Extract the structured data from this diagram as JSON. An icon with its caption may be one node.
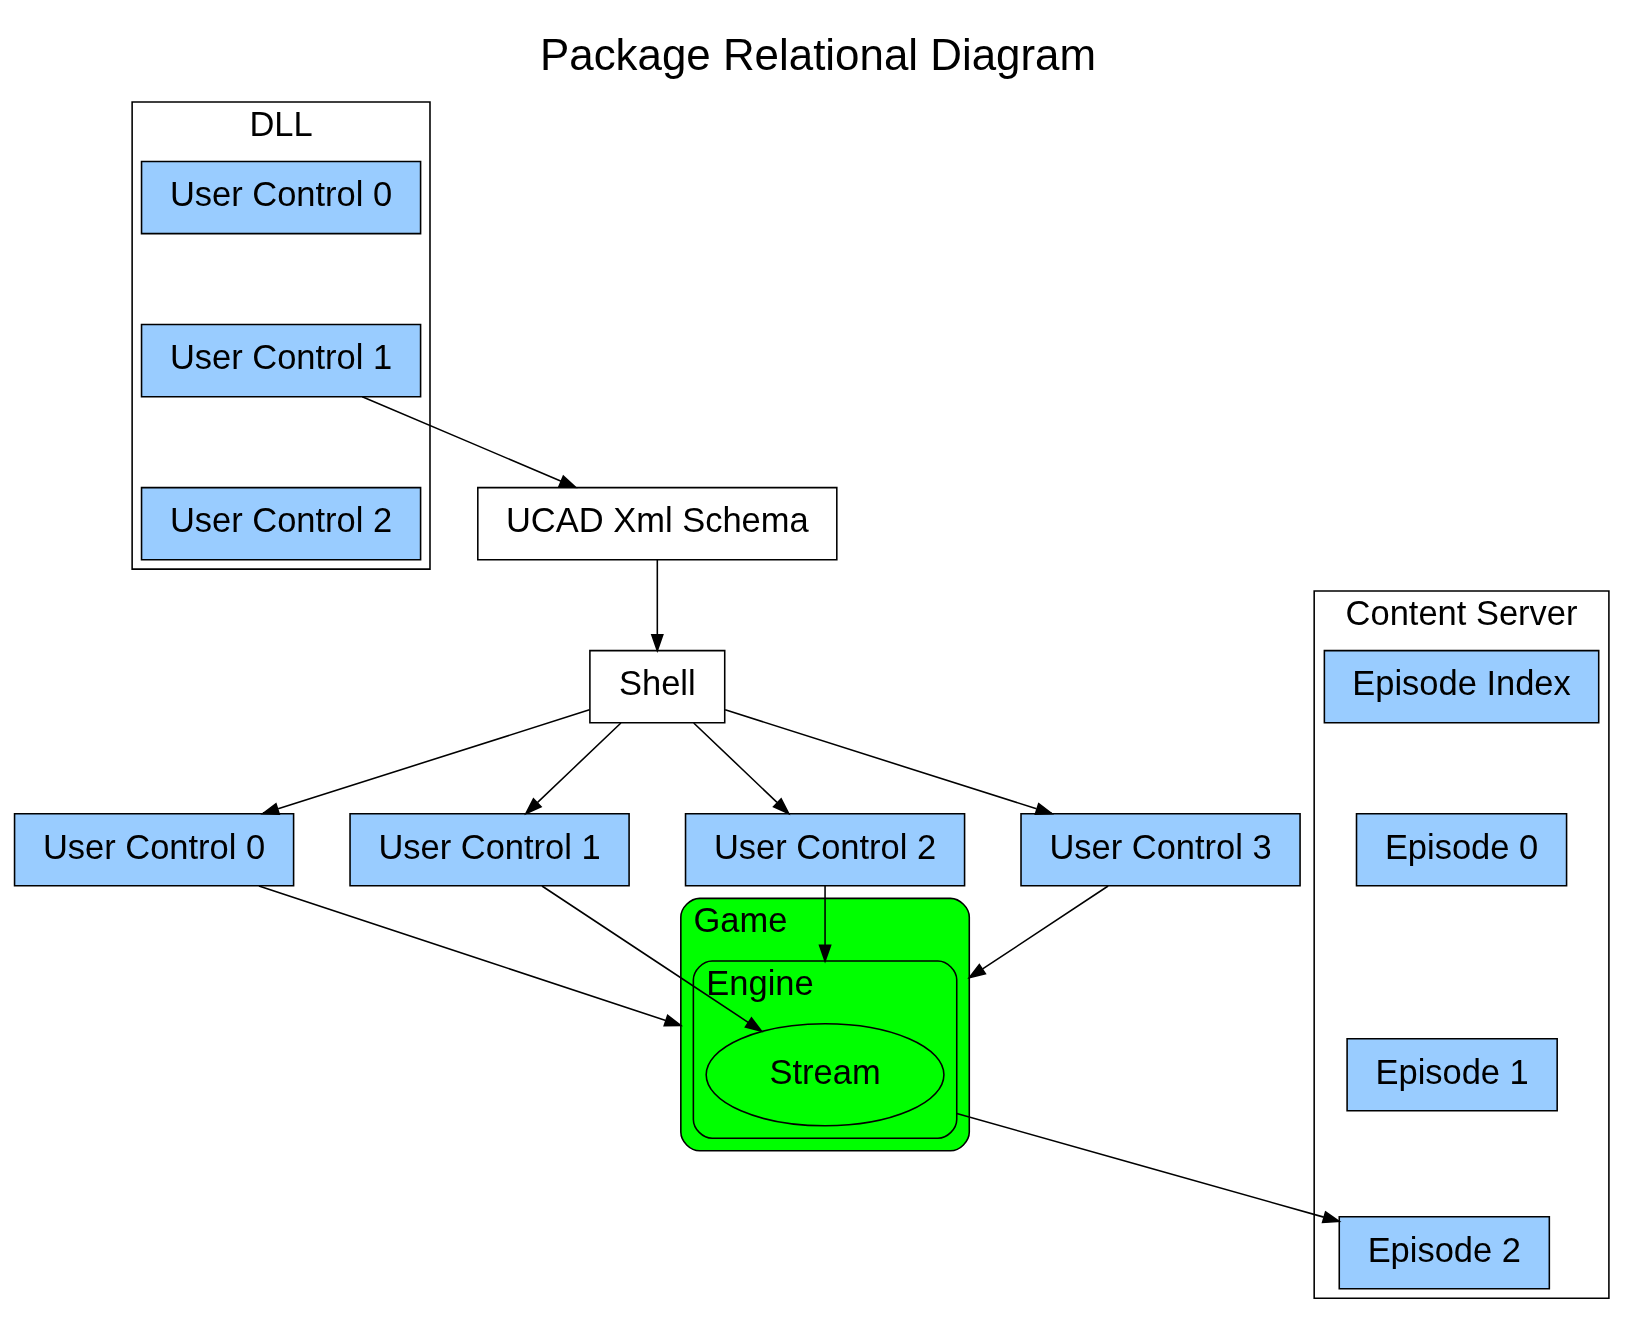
{
  "diagram": {
    "title": "Package Relational Diagram",
    "nodes": [
      {
        "text": [
          "DLL"
        ]
      },
      {
        "text": [
          "User Control 0"
        ],
        "in": 0
      },
      {
        "text": [
          "User Control 1"
        ],
        "in": 0
      },
      {
        "text": [
          "User Control 2"
        ],
        "in": 0
      },
      {
        "text": [
          "UCAD Xml Schema"
        ]
      },
      {
        "text": [
          "Shell"
        ]
      },
      {
        "text": [
          "User Control 0"
        ]
      },
      {
        "text": [
          "User Control 1"
        ]
      },
      {
        "text": [
          "User Control 2"
        ]
      },
      {
        "text": [
          "User Control 3"
        ]
      },
      {
        "text": [
          "Game"
        ]
      },
      {
        "text": [
          "Engine"
        ],
        "in": 10
      },
      {
        "text": [
          "Stream"
        ],
        "in": 11
      },
      {
        "text": [
          "Content Server"
        ]
      },
      {
        "text": [
          "Episode Index"
        ],
        "in": 13
      },
      {
        "text": [
          "Episode 0"
        ],
        "in": 13
      },
      {
        "text": [
          "Episode 1"
        ],
        "in": 13
      },
      {
        "text": [
          "Episode 2"
        ],
        "in": 13
      }
    ],
    "edges": [
      {
        "from": 2,
        "to": 4,
        "arrow": "to"
      },
      {
        "from": 4,
        "to": 5,
        "arrow": "to"
      },
      {
        "from": 5,
        "to": 6,
        "arrow": "to"
      },
      {
        "from": 5,
        "to": 7,
        "arrow": "to"
      },
      {
        "from": 5,
        "to": 8,
        "arrow": "to"
      },
      {
        "from": 5,
        "to": 9,
        "arrow": "to"
      },
      {
        "from": 6,
        "to": 10,
        "arrow": "to"
      },
      {
        "from": 7,
        "to": 12,
        "arrow": "to"
      },
      {
        "from": 8,
        "to": 11,
        "arrow": "to"
      },
      {
        "from": 9,
        "to": 10,
        "arrow": "to"
      },
      {
        "from": 11,
        "to": 17,
        "arrow": "to"
      }
    ]
  }
}
